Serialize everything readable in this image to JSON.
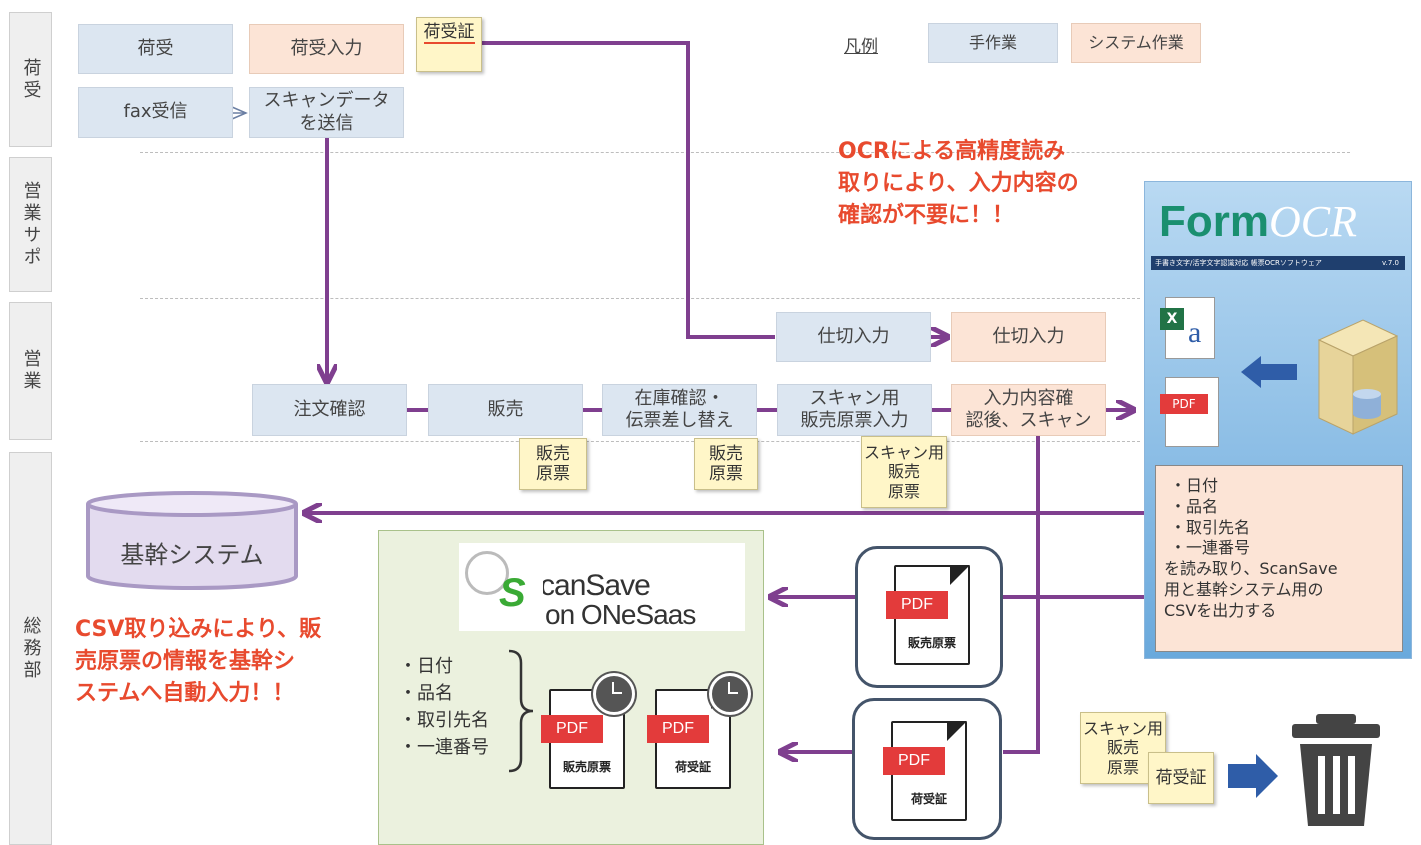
{
  "lanes": [
    "荷受",
    "営業サポ",
    "営業",
    "総務部"
  ],
  "legend": {
    "title": "凡例",
    "manual": "手作業",
    "system": "システム作業"
  },
  "boxes": {
    "niuke": "荷受",
    "niuke_input": "荷受入力",
    "fax": "fax受信",
    "scan_send_1": "スキャンデータ",
    "scan_send_2": "を送信",
    "shikiri_manual": "仕切入力",
    "shikiri_system": "仕切入力",
    "order_check": "注文確認",
    "sales": "販売",
    "stock_1": "在庫確認・",
    "stock_2": "伝票差し替え",
    "scan_sales_1": "スキャン用",
    "scan_sales_2": "販売原票入力",
    "confirm_scan_1": "入力内容確",
    "confirm_scan_2": "認後、スキャン"
  },
  "notes": {
    "niukesho": "荷受証",
    "hanbai_1": "販売",
    "hanbai_2": "原票",
    "scan_1": "スキャン用",
    "scan_2": "販売",
    "scan_3": "原票",
    "trash_niukesho": "荷受証"
  },
  "callouts": {
    "ocr": [
      "OCRによる高精度読み",
      "取りにより、入力内容の",
      "確認が不要に！！"
    ],
    "csv": [
      "CSV取り込みにより、販",
      "売原票の情報を基幹シ",
      "ステムへ自動入力！！"
    ]
  },
  "database": {
    "label": "基幹システム"
  },
  "formocr": {
    "logo_a": "Form",
    "logo_b": "OCR",
    "tagline": "手書き文字/活字文字認識対応 帳票OCRソフトウェア",
    "version": "v.7.0",
    "fields": [
      "・日付",
      "・品名",
      "・取引先名",
      "・一連番号"
    ],
    "desc": [
      "を読み取り、ScanSave",
      "用と基幹システム用の",
      "CSVを出力する"
    ]
  },
  "scansave": {
    "logo_1": "ScanSave",
    "logo_2": "on ONeSaas",
    "fields": [
      "・日付",
      "・品名",
      "・取引先名",
      "・一連番号"
    ],
    "doc1_caption": "販売原票",
    "doc2_caption": "荷受証"
  },
  "pdf": {
    "badge": "PDF",
    "mid1_caption": "販売原票",
    "mid2_caption": "荷受証"
  },
  "colors": {
    "flow": "#7f3f8f",
    "manual": "#dce6f1",
    "system": "#fce4d6",
    "accent": "#e84a2e",
    "note": "#fff6c8"
  }
}
